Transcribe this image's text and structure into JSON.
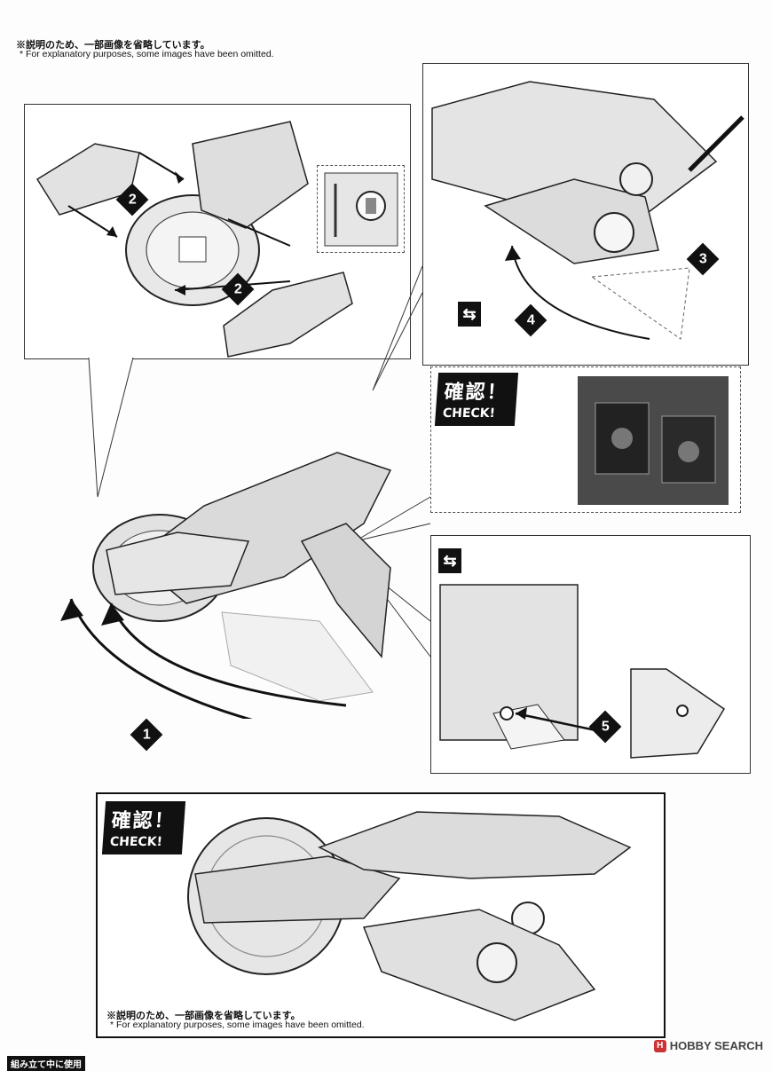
{
  "top_note": {
    "jp": "※説明のため、一部画像を省略しています。",
    "en": "* For explanatory purposes, some images have been omitted."
  },
  "bottom_note": {
    "jp": "※説明のため、一部画像を省略しています。",
    "en": "* For explanatory purposes, some images have been omitted."
  },
  "steps": [
    "2",
    "2",
    "3",
    "4",
    "1",
    "5"
  ],
  "check_label": {
    "jp": "確認！",
    "en": "CHECK!"
  },
  "footer": {
    "label": "組み立て中に使用"
  },
  "watermark": {
    "logo": "H",
    "text": "HOBBY SEARCH"
  },
  "icons": {
    "flip": "flip-view-icon",
    "arrow": "assembly-arrow-icon"
  }
}
